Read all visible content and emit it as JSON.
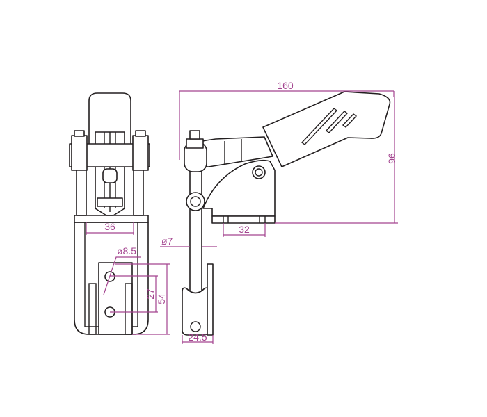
{
  "drawing": {
    "colors": {
      "outline": "#231f20",
      "dimension": "#a3448f"
    },
    "front_view": {
      "dimensions": {
        "base_width": "36",
        "hole_diameter": "ø8.5",
        "hole_spacing": "27",
        "bracket_height": "54"
      }
    },
    "side_view": {
      "dimensions": {
        "overall_length": "160",
        "overall_height": "96",
        "base_hole_spacing": "32",
        "spindle_diameter": "ø7",
        "foot_width": "24.5"
      }
    }
  }
}
